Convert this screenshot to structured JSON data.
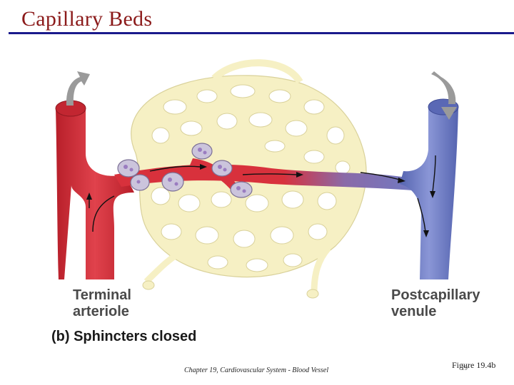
{
  "title": "Capillary Beds",
  "labels": {
    "arteriole": [
      "Terminal",
      "arteriole"
    ],
    "venule": [
      "Postcapillary",
      "venule"
    ],
    "caption": "(b) Sphincters closed"
  },
  "footer": {
    "chapter": "Chapter 19, Cardiovascular System - Blood Vessel",
    "figure": "Figure 19.4b",
    "slide_number": "19"
  },
  "colors": {
    "title": "#8b1a1a",
    "rule": "#1a1a8c",
    "arteriole": "#d8313c",
    "venule": "#6e7bc4",
    "capillary_network": "#f6f0c4",
    "sphincter": "#c9c3d8"
  }
}
